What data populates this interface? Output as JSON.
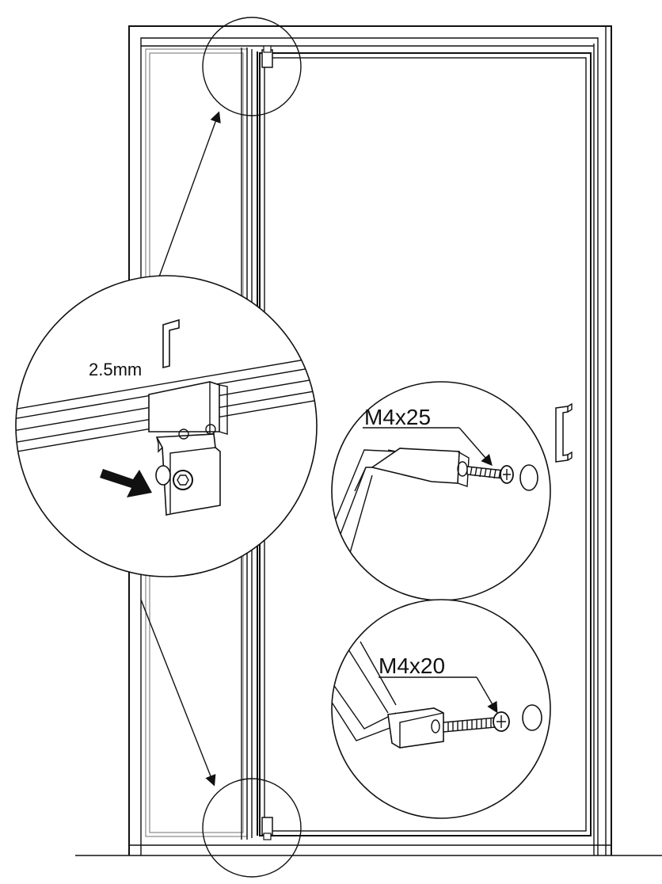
{
  "labels": {
    "hex_key_size": "2.5mm",
    "screw_top": "M4x25",
    "screw_bottom": "M4x20"
  },
  "colors": {
    "line": "#111111",
    "background": "#ffffff"
  },
  "icons": [
    "allen-key-icon",
    "screw-icon",
    "pointer-arrow-icon",
    "door-handle-icon"
  ]
}
